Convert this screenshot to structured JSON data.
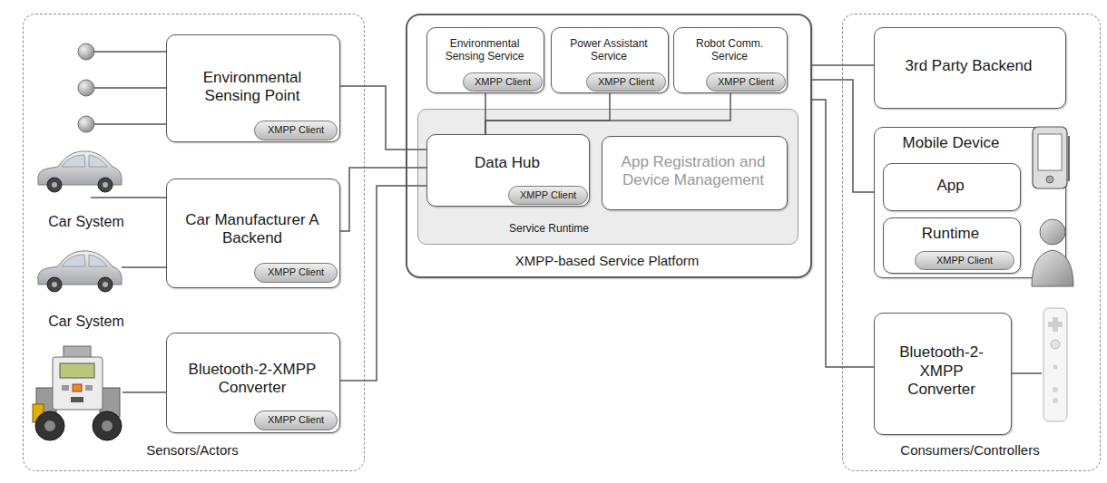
{
  "diagram": {
    "nodes": [
      {
        "text": [
          "Sensors/Actors"
        ]
      },
      {
        "text": [
          "Environmental Sensing Point"
        ],
        "in": 0
      },
      {
        "text": [
          "XMPP Client"
        ],
        "in": 1
      },
      {
        "text": [
          "Car Manufacturer A Backend"
        ],
        "in": 0
      },
      {
        "text": [
          "XMPP Client"
        ],
        "in": 3
      },
      {
        "text": [
          "Bluetooth-2-XMPP Converter"
        ],
        "in": 0
      },
      {
        "text": [
          "XMPP Client"
        ],
        "in": 5
      },
      {
        "text": [
          "XMPP-based Service Platform"
        ]
      },
      {
        "text": [
          "Environmental Sensing Service"
        ],
        "in": 7
      },
      {
        "text": [
          "XMPP Client"
        ],
        "in": 8
      },
      {
        "text": [
          "Power Assistant Service"
        ],
        "in": 7
      },
      {
        "text": [
          "XMPP Client"
        ],
        "in": 10
      },
      {
        "text": [
          "Robot Comm. Service"
        ],
        "in": 7
      },
      {
        "text": [
          "XMPP Client"
        ],
        "in": 12
      },
      {
        "text": [
          "Service Runtime"
        ],
        "in": 7
      },
      {
        "text": [
          "Data Hub"
        ],
        "in": 14
      },
      {
        "text": [
          "XMPP Client"
        ],
        "in": 15
      },
      {
        "text": [
          "App Registration and Device Management"
        ],
        "in": 14
      },
      {
        "text": [
          "Consumers/Controllers"
        ]
      },
      {
        "text": [
          "3rd Party Backend"
        ],
        "in": 18
      },
      {
        "text": [
          "Mobile Device"
        ],
        "in": 18
      },
      {
        "text": [
          "App"
        ],
        "in": 20
      },
      {
        "text": [
          "Runtime"
        ],
        "in": 20
      },
      {
        "text": [
          "XMPP Client"
        ],
        "in": 22
      },
      {
        "text": [
          "Bluetooth-2-XMPP Converter"
        ],
        "in": 18
      }
    ],
    "edges": [
      {
        "from": 1,
        "to": 15,
        "arrow": "none"
      },
      {
        "from": 3,
        "to": 15,
        "arrow": "none"
      },
      {
        "from": 5,
        "to": 15,
        "arrow": "none"
      },
      {
        "from": 8,
        "to": 15,
        "arrow": "none"
      },
      {
        "from": 10,
        "to": 15,
        "arrow": "none"
      },
      {
        "from": 12,
        "to": 15,
        "arrow": "none"
      },
      {
        "from": 7,
        "to": 19,
        "arrow": "none"
      },
      {
        "from": 7,
        "to": 20,
        "arrow": "none"
      },
      {
        "from": 7,
        "to": 24,
        "arrow": "none"
      }
    ],
    "labels": [
      "Car System",
      "Car System"
    ]
  }
}
